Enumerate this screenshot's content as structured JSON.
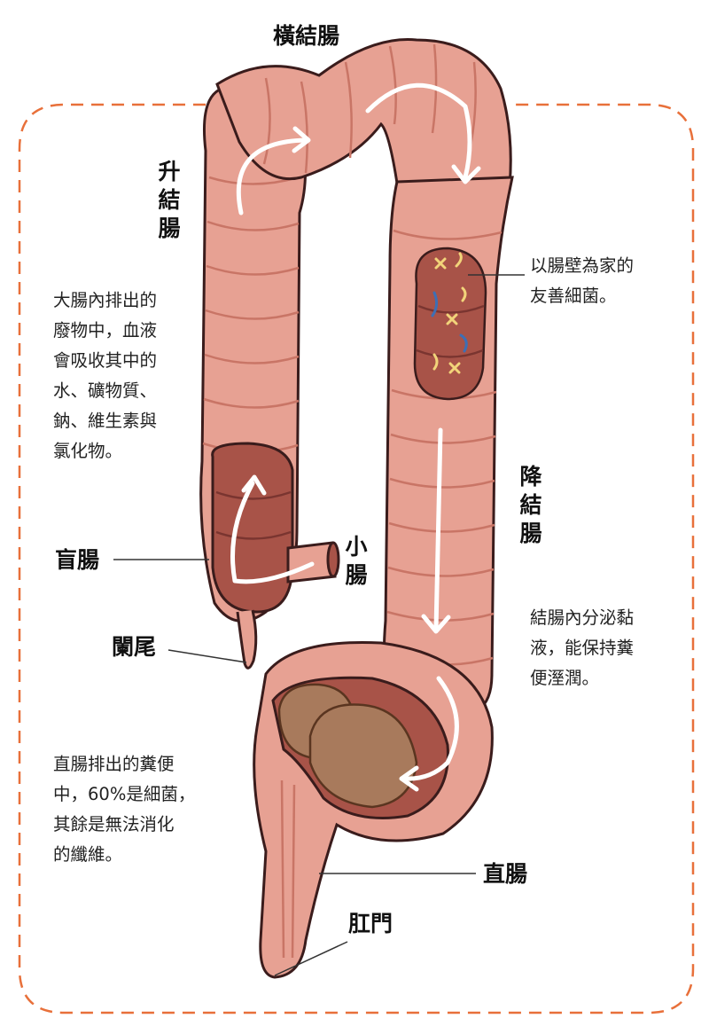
{
  "labels": {
    "transverse_colon": "橫結腸",
    "ascending_colon": "升結腸",
    "descending_colon": "降結腸",
    "cecum": "盲腸",
    "small_intestine": "小腸",
    "appendix": "闌尾",
    "rectum": "直腸",
    "anus": "肛門"
  },
  "notes": {
    "bacteria": [
      "以腸壁為家的",
      "友善細菌。"
    ],
    "absorption": [
      "大腸內排出的",
      "廢物中，血液",
      "會吸收其中的",
      "水、礦物質、",
      "鈉、維生素與",
      "氯化物。"
    ],
    "mucus": [
      "結腸內分泌黏",
      "液，能保持糞",
      "便溼潤。"
    ],
    "feces": [
      "直腸排出的糞便",
      "中，60%是細菌，",
      "其餘是無法消化",
      "的纖維。"
    ]
  },
  "colors": {
    "frame": "#e8703a",
    "colon_body": "#e7a193",
    "colon_shadow": "#c97566",
    "outline": "#3a1c1c",
    "inner_wall": "#a85348",
    "feces": "#a87a5c",
    "arrow": "#ffffff"
  }
}
